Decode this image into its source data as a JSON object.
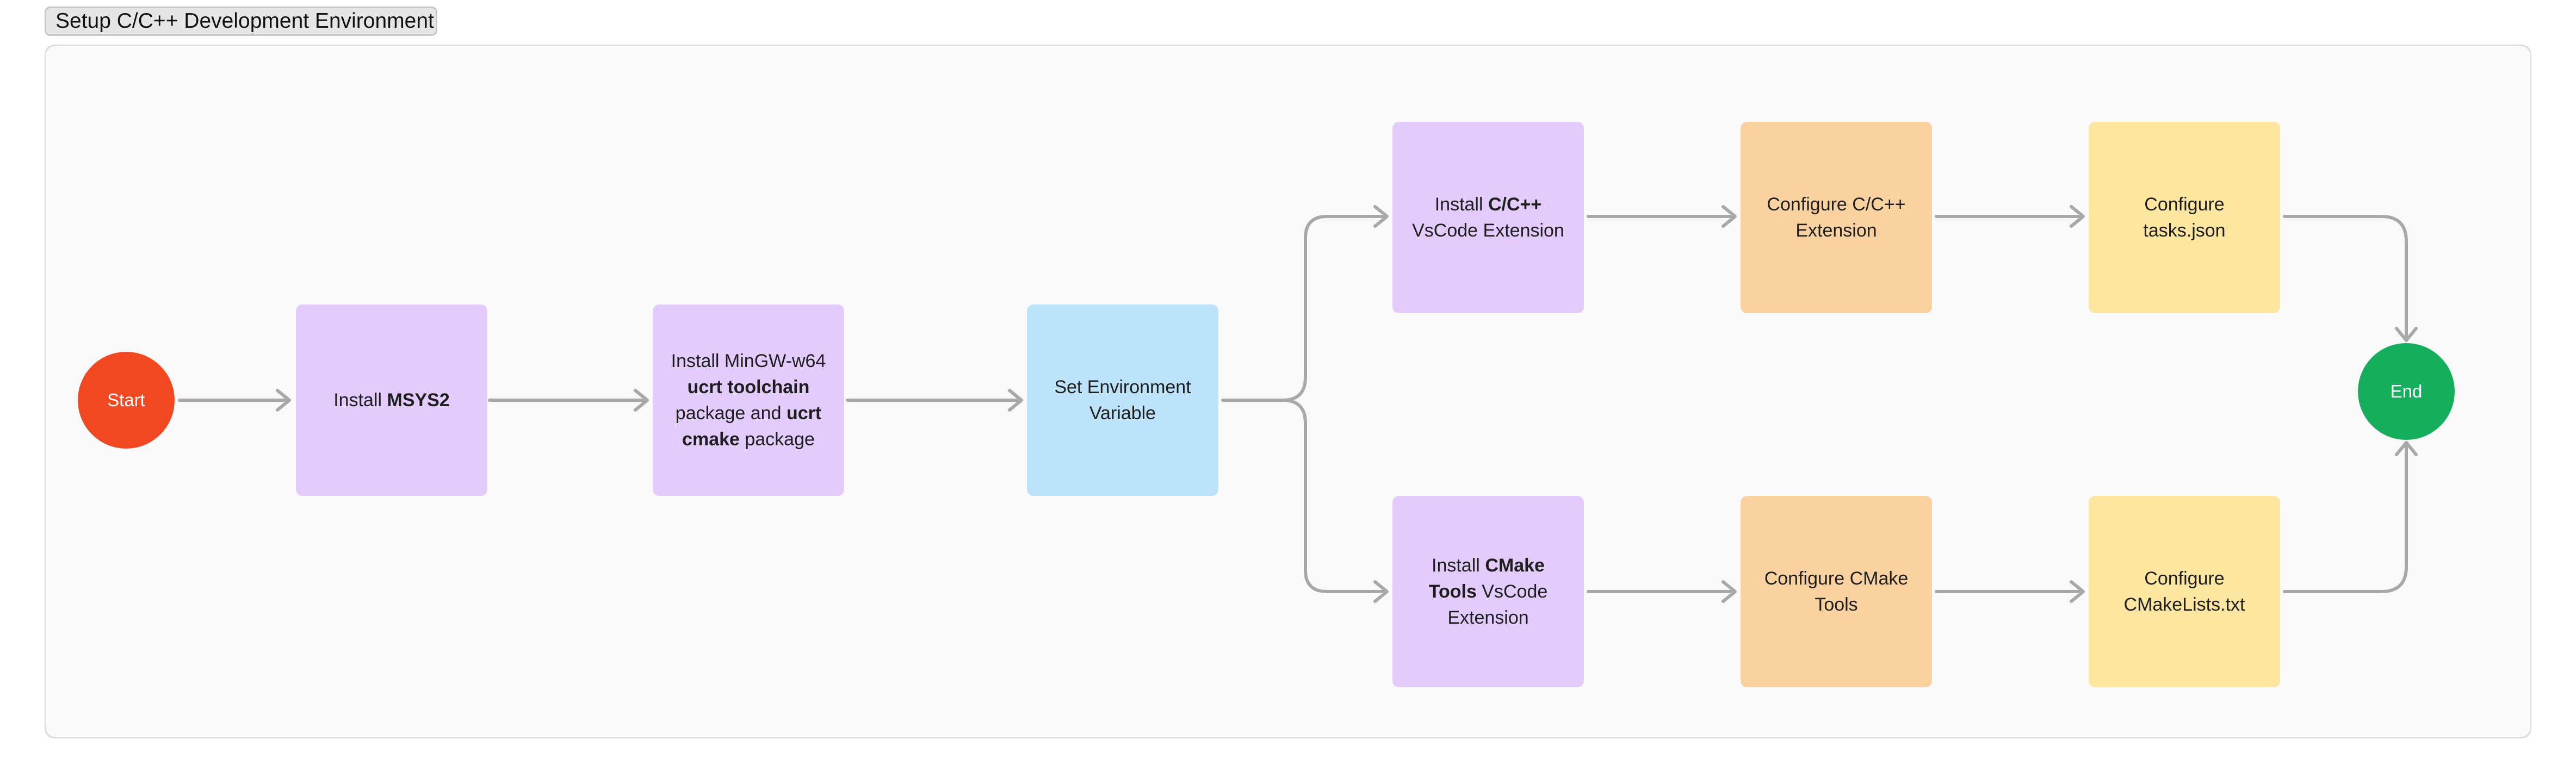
{
  "section": {
    "title": "Setup C/C++ Development Environment"
  },
  "nodes": {
    "start": {
      "label": "Start",
      "color": "#f24822"
    },
    "end": {
      "label": "End",
      "color": "#14ae5c"
    },
    "install_msys2": {
      "pre": "Install ",
      "bold": "MSYS2",
      "color": "#e3cbfb"
    },
    "install_mingw": {
      "line1": "Install MinGW-w64",
      "bold1": "ucrt toolchain",
      "mid": "package and ",
      "bold2": "ucrt",
      "bold3": "cmake",
      "post": " package",
      "color": "#e3cbfb"
    },
    "set_env": {
      "line1": "Set Environment",
      "line2": "Variable",
      "color": "#bde3fb"
    },
    "install_cpp_ext": {
      "pre": "Install ",
      "bold": "C/C++",
      "line2": "VsCode Extension",
      "color": "#e3cbfb"
    },
    "configure_cpp_ext": {
      "line1": "Configure C/C++",
      "line2": "Extension",
      "color": "#f9d29f"
    },
    "configure_tasks": {
      "line1": "Configure",
      "line2": "tasks.json",
      "color": "#fde69f"
    },
    "install_cmake_tools": {
      "pre": "Install ",
      "bold1": "CMake",
      "bold2": "Tools",
      "post": " VsCode",
      "line3": "Extension",
      "color": "#e3cbfb"
    },
    "configure_cmake_tools": {
      "line1": "Configure CMake",
      "line2": "Tools",
      "color": "#f9d29f"
    },
    "configure_cmakelists": {
      "line1": "Configure",
      "line2": "CMakeLists.txt",
      "color": "#fde69f"
    }
  },
  "connector_color": "#a8a8a8"
}
